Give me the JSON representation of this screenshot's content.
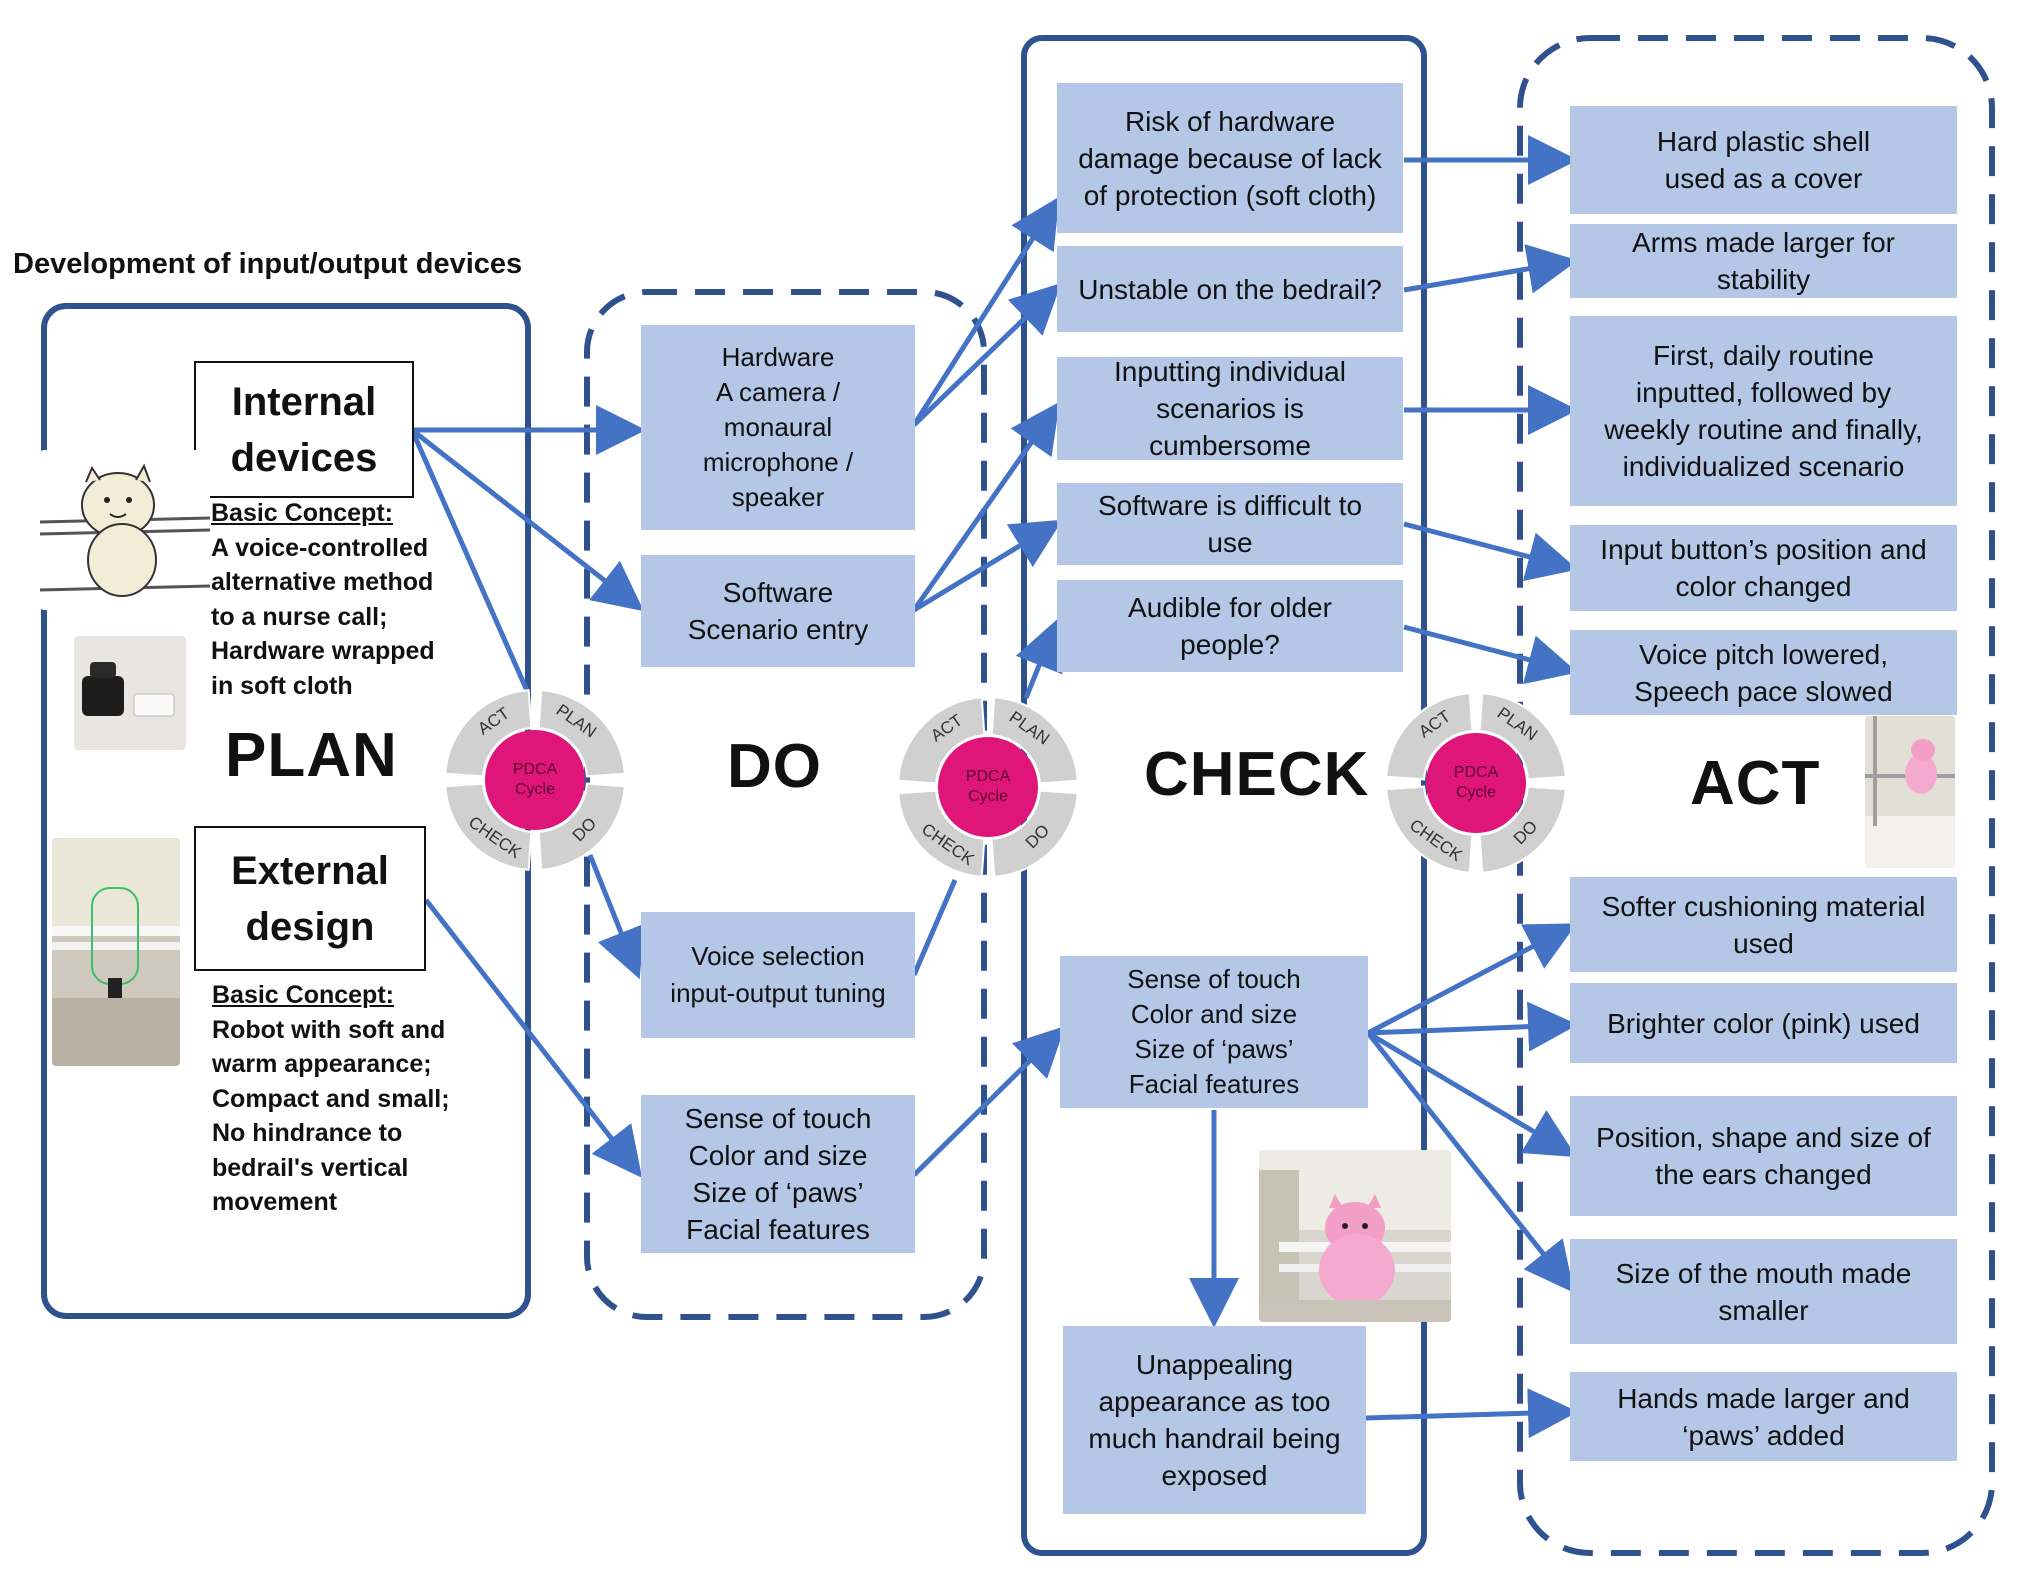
{
  "heading": "Development of input/output devices",
  "phases": {
    "plan": "PLAN",
    "do": "DO",
    "check": "CHECK",
    "act": "ACT"
  },
  "plan": {
    "internal_title": "Internal\ndevices",
    "internal_concept_label": "Basic Concept:",
    "internal_concept_text": "A voice-controlled\nalternative method\nto a nurse call;\nHardware wrapped\nin soft cloth",
    "external_title": "External\ndesign",
    "external_concept_label": "Basic Concept:",
    "external_concept_text": "Robot with soft and\nwarm appearance;\nCompact and small;\nNo hindrance to\nbedrail's vertical\nmovement"
  },
  "do_items": [
    "Hardware\nA camera /\nmonaural\nmicrophone /\nspeaker",
    "Software\nScenario entry",
    "Voice selection\ninput-output tuning",
    "Sense of touch\nColor and size\nSize of ‘paws’\nFacial features"
  ],
  "check_items": [
    "Risk of hardware\ndamage because of lack\nof protection (soft cloth)",
    "Unstable on the bedrail?",
    "Inputting individual\nscenarios is\ncumbersome",
    "Software is difficult to\nuse",
    "Audible for older\npeople?",
    "Sense of touch\nColor and size\nSize of ‘paws’\nFacial features",
    "Unappealing\nappearance as too\nmuch handrail being\nexposed"
  ],
  "act_items": [
    "Hard plastic shell\nused as a cover",
    "Arms made larger for\nstability",
    "First, daily routine\ninputted, followed by\nweekly routine and finally,\nindividualized scenario",
    "Input button’s position and\ncolor changed",
    "Voice pitch lowered,\nSpeech pace slowed",
    "Softer cushioning material\nused",
    "Brighter color (pink) used",
    "Position, shape and size of\nthe ears changed",
    "Size of the mouth made\nsmaller",
    "Hands made larger and\n‘paws’ added"
  ],
  "cycle": {
    "center": "PDCA\nCycle",
    "segments": [
      "PLAN",
      "DO",
      "CHECK",
      "ACT"
    ]
  },
  "colors": {
    "frame": "#3a5a9a",
    "box": "#b4c7e7",
    "arrow": "#4472c4",
    "cycle_center": "#e0157a",
    "cycle_ring": "#d0d0d0"
  }
}
